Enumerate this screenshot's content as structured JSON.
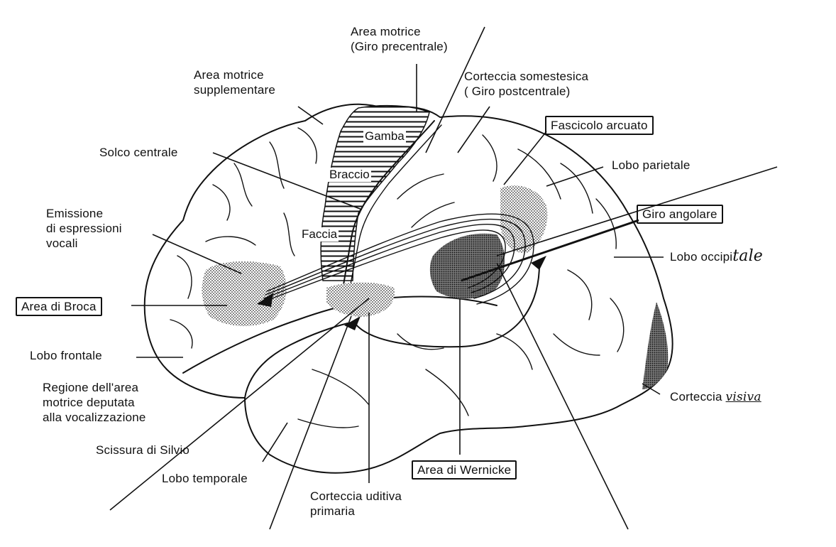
{
  "diagram": {
    "title": "Aree del linguaggio nel cervello (vista laterale sinistra)",
    "colors": {
      "ink": "#111111",
      "background": "#ffffff",
      "stipple": "#555555"
    },
    "labels": {
      "area_motrice": [
        "Area motrice",
        "(Giro precentrale)"
      ],
      "area_motrice_supplementare": [
        "Area motrice",
        "supplementare"
      ],
      "corteccia_somestesica": [
        "Corteccia somestesica",
        "( Giro postcentrale)"
      ],
      "fascicolo_arcuato": "Fascicolo arcuato",
      "solco_centrale": "Solco centrale",
      "lobo_parietale": "Lobo parietale",
      "giro_angolare": "Giro angolare",
      "emissione": [
        "Emissione",
        "di espressioni",
        "vocali"
      ],
      "lobo_occipitale_printed": "Lobo occipi",
      "lobo_occipitale_hand": "tale",
      "area_broca": "Area di Broca",
      "lobo_frontale": "Lobo frontale",
      "regione_vocalizzazione": [
        "Regione dell'area",
        "motrice deputata",
        "alla vocalizzazione"
      ],
      "corteccia_visiva_printed": "Corteccia",
      "corteccia_visiva_hand": "visiva",
      "scissura_silvio": "Scissura di Silvio",
      "lobo_temporale": "Lobo temporale",
      "area_wernicke": "Area di Wernicke",
      "corteccia_uditiva": [
        "Corteccia uditiva",
        "primaria"
      ]
    },
    "homunculus": {
      "gamba": "Gamba",
      "braccio": "Braccio",
      "faccia": "Faccia"
    }
  }
}
